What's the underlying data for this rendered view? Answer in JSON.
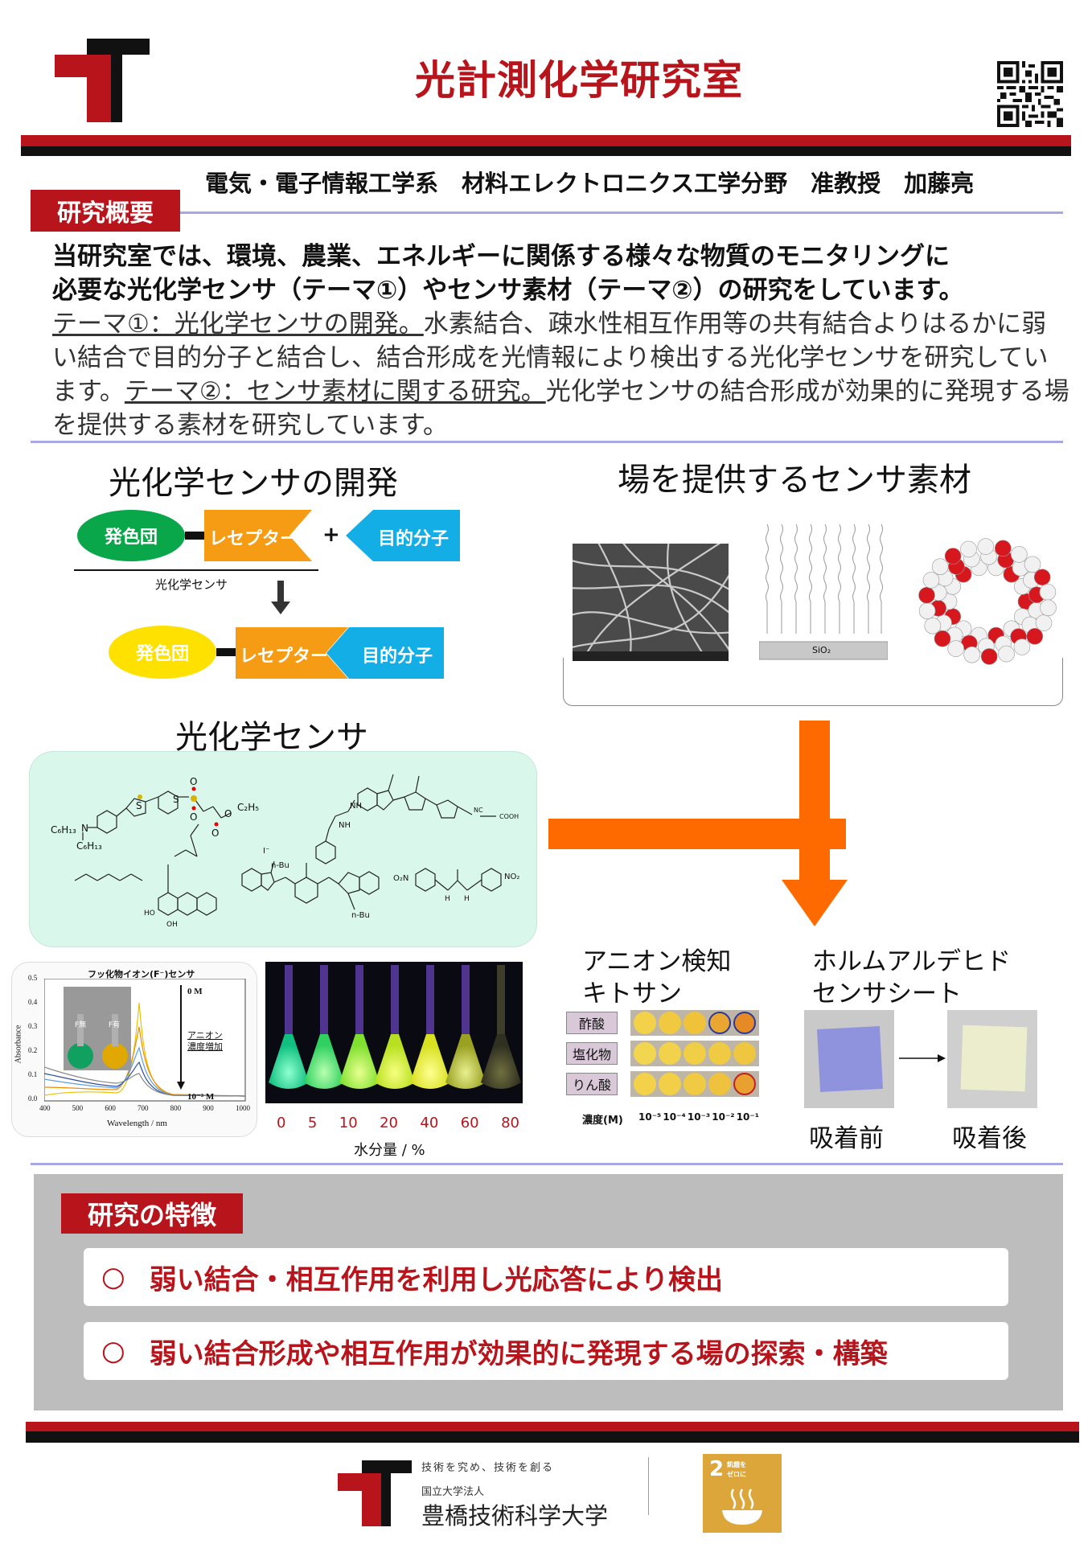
{
  "header": {
    "title": "光計測化学研究室",
    "author_line": "電気・電子情報工学系　材料エレクトロニクス工学分野　准教授　加藤亮"
  },
  "overview": {
    "tag": "研究概要",
    "bold_line1": "当研究室では、環境、農業、エネルギーに関係する様々な物質のモニタリングに",
    "bold_line2": "必要な光化学センサ（テーマ①）やセンサ素材（テーマ②）の研究をしています。",
    "body_u1": "テーマ①：光化学センサの開発。",
    "body_t1": "水素結合、疎水性相互作用等の共有結合よりはるかに弱い結合で目的分子と結合し、結合形成を光情報により検出する光化学センサを研究しています。",
    "body_u2": "テーマ②：センサ素材に関する研究。",
    "body_t2": "光化学センサの結合形成が効果的に発現する場を提供する素材を研究しています。"
  },
  "sensor_dev": {
    "heading": "光化学センサの開発",
    "chromophore": "発色団",
    "receptor": "レセプター",
    "target": "目的分子",
    "plus": "+",
    "sensor_label": "光化学センサ"
  },
  "materials": {
    "heading": "場を提供するセンサ素材",
    "sio2": "SiO₂"
  },
  "sensor_section": {
    "heading": "光化学センサ",
    "chem": {
      "c6h13_a": "C₆H₁₃",
      "c6h13_b": "C₆H₁₃",
      "n": "N",
      "s1": "S",
      "o1": "O",
      "o2": "O",
      "s2": "S",
      "o3": "O",
      "o4": "O",
      "c2h5": "C₂H₅",
      "nc": "NC",
      "cooh": "COOH",
      "nh1": "NH",
      "nh2": "NH",
      "i": "I⁻",
      "nbu1": "n-Bu",
      "nbu2": "n-Bu",
      "o2n": "O₂N",
      "no2": "NO₂",
      "h1": "H",
      "h2": "H",
      "ho": "HO",
      "oh": "OH"
    }
  },
  "fluoride_chart": {
    "title": "フッ化物イオン(F⁻)センサ",
    "yaxis": "Absorbance",
    "xaxis": "Wavelength / nm",
    "x_ticks": [
      "400",
      "500",
      "600",
      "700",
      "800",
      "900",
      "1000"
    ],
    "y_ticks": [
      "0.0",
      "0.1",
      "0.2",
      "0.3",
      "0.4",
      "0.5"
    ],
    "label_0m": "0 M",
    "label_end": "10⁻³ M",
    "anion_label1": "アニオン",
    "anion_label2": "濃度増加",
    "f_none": "F無",
    "f_present": "F有"
  },
  "water_photo": {
    "ticks": [
      "0",
      "5",
      "10",
      "20",
      "40",
      "60",
      "80"
    ],
    "label": "水分量 / %"
  },
  "anion": {
    "heading1": "アニオン検知",
    "heading2": "キトサン",
    "rows": [
      "酢酸",
      "塩化物",
      "りん酸"
    ],
    "conc_label": "濃度(M)",
    "conc_ticks": [
      "10⁻⁵",
      "10⁻⁴",
      "10⁻³",
      "10⁻²",
      "10⁻¹"
    ]
  },
  "formaldehyde": {
    "heading1": "ホルムアルデヒド",
    "heading2": "センサシート",
    "before": "吸着前",
    "after": "吸着後"
  },
  "features": {
    "tag": "研究の特徴",
    "items": [
      {
        "bullet": "○",
        "text": "弱い結合・相互作用を利用し光応答により検出"
      },
      {
        "bullet": "○",
        "text": "弱い結合形成や相互作用が効果的に発現する場の探索・構築"
      }
    ]
  },
  "footer": {
    "tagline": "技術を究め、技術を創る",
    "corp": "国立大学法人",
    "university": "豊橋技術科学大学",
    "sdg_num": "2",
    "sdg_text1": "飢餓を",
    "sdg_text2": "ゼロに"
  },
  "colors": {
    "brand_red": "#b8141b",
    "arrow_orange": "#ff6a00",
    "cyan": "#14aee6",
    "orange_box": "#f59c14",
    "green": "#0aa64a",
    "yellow": "#ffe100",
    "lavender": "#a9a8e6",
    "sdg_gold": "#dda63a"
  }
}
